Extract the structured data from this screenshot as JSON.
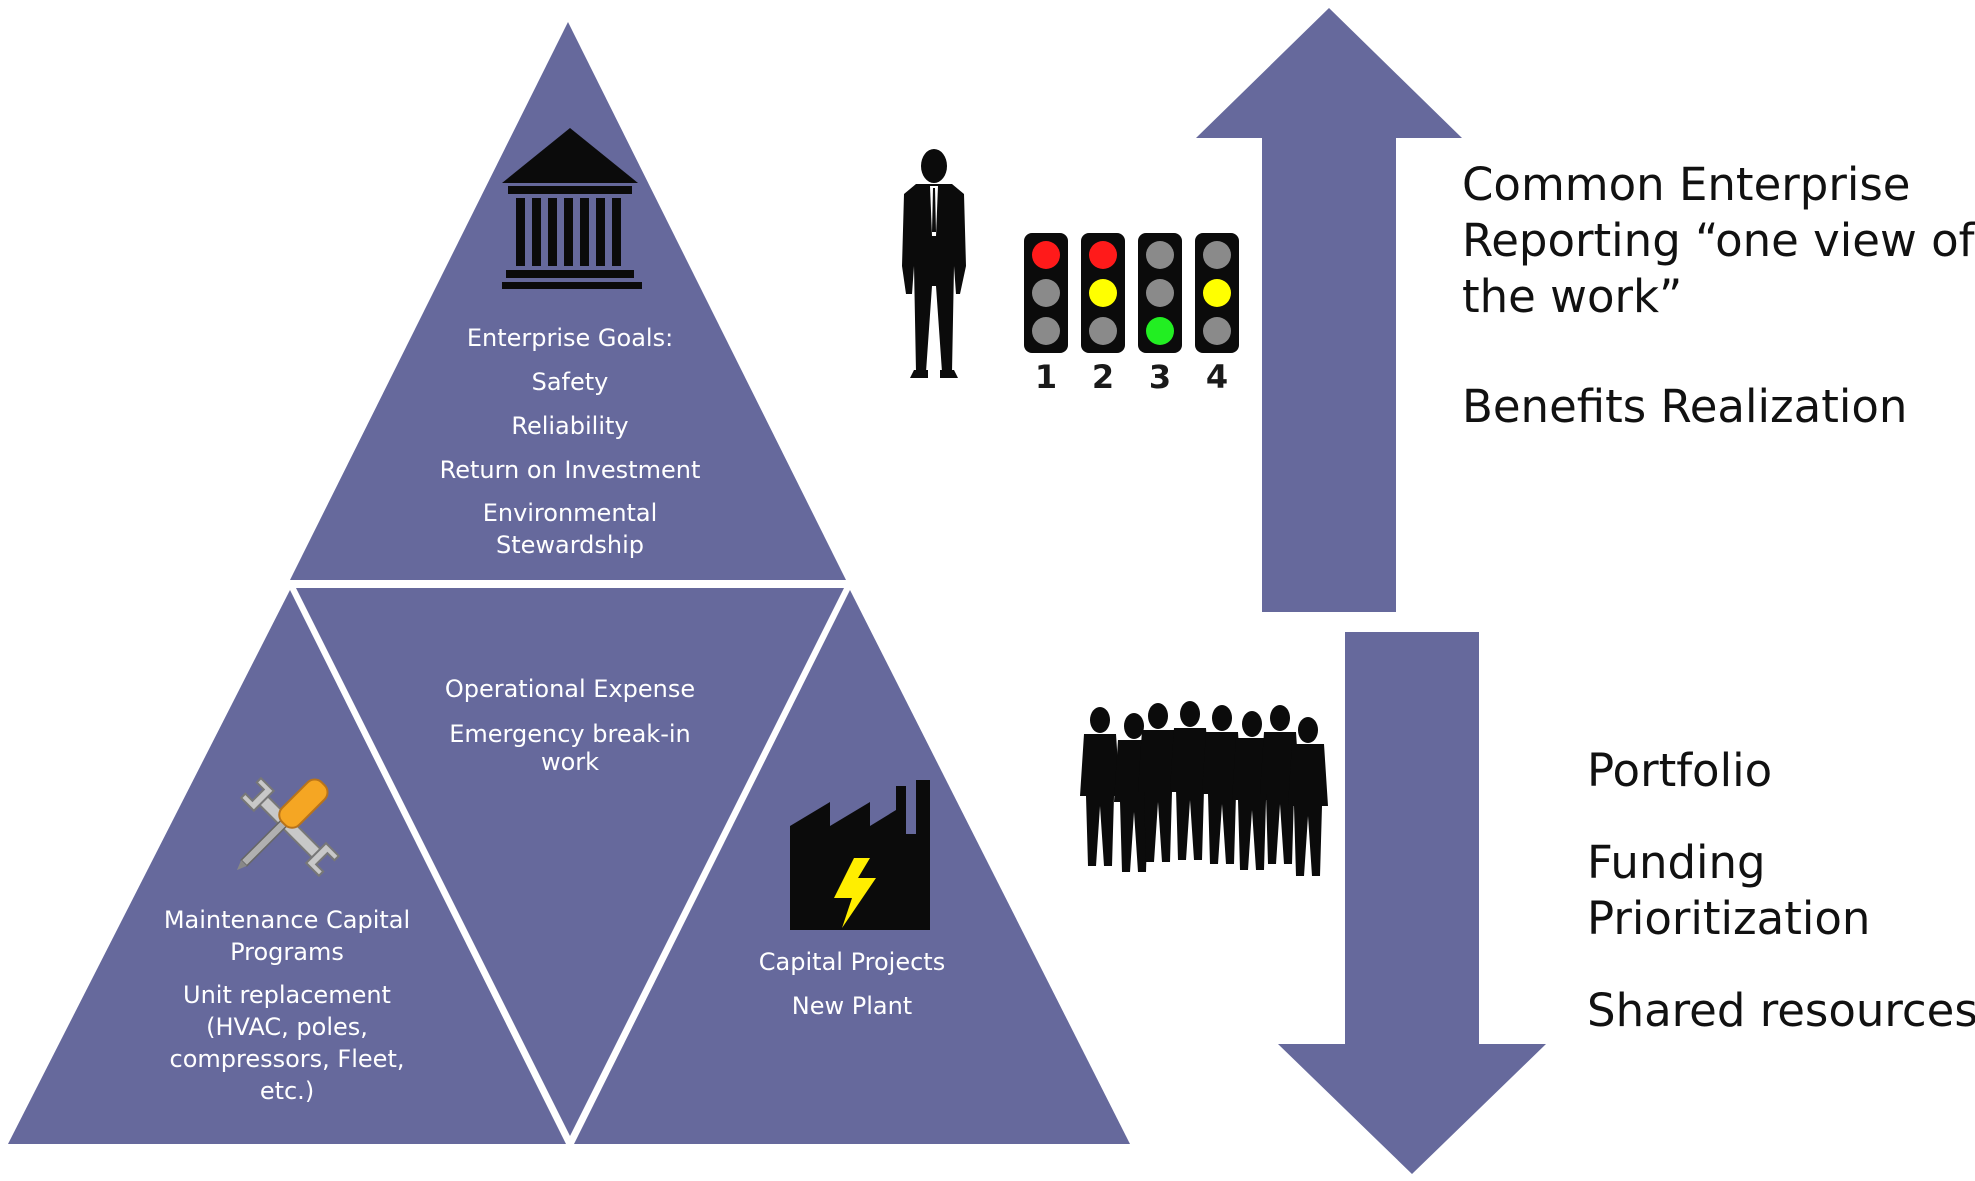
{
  "colors": {
    "purple": "#66699c",
    "divider": "#ffffff",
    "text_on_purple": "#ffffff",
    "side_text": "#111111",
    "silhouette": "#0b0b0b",
    "light_red": "#ff1a1a",
    "light_yellow": "#ffff00",
    "light_green": "#22ee22",
    "light_off": "#8a8a8a",
    "wrench_grip": "#f5a623",
    "bolt": "#ffee00"
  },
  "pyramid": {
    "top": {
      "icon": "government-building-icon",
      "heading": "Enterprise Goals:",
      "goals": [
        "Safety",
        "Reliability",
        "Return on Investment"
      ],
      "goal_last_line1": "Environmental",
      "goal_last_line2": "Stewardship"
    },
    "center": {
      "line1": "Operational Expense",
      "line2": "Emergency break-in",
      "line3": "work"
    },
    "left": {
      "icon": "wrench-screwdriver-icon",
      "title_line1": "Maintenance Capital",
      "title_line2": "Programs",
      "detail_line1": "Unit replacement",
      "detail_line2": "(HVAC, poles,",
      "detail_line3": "compressors, Fleet,",
      "detail_line4": "etc.)"
    },
    "right": {
      "icon": "factory-lightning-icon",
      "line1": "Capital Projects",
      "line2": "New Plant"
    }
  },
  "traffic_lights": {
    "labels": [
      "1",
      "2",
      "3",
      "4"
    ],
    "states": [
      [
        "red",
        "off",
        "off"
      ],
      [
        "red",
        "yellow",
        "off"
      ],
      [
        "off",
        "off",
        "green"
      ],
      [
        "off",
        "yellow",
        "off"
      ]
    ]
  },
  "top_text": {
    "line1": "Common Enterprise",
    "line2": "Reporting “one view of",
    "line3": "the work”",
    "line4": "Benefits Realization"
  },
  "bottom_text": {
    "line1": "Portfolio",
    "line2": "Funding",
    "line3": "Prioritization",
    "line4": "Shared resources"
  },
  "icons": {
    "businessman": "businessman-silhouette-icon",
    "group": "people-group-silhouette-icon",
    "up_arrow": "up-arrow",
    "down_arrow": "down-arrow"
  }
}
